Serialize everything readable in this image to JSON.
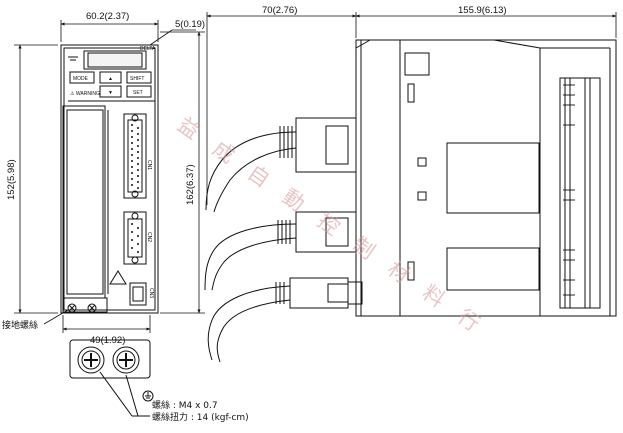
{
  "dimensions": {
    "front_width": "60.2(2.37)",
    "front_offset": "5(0.19)",
    "front_height": "152(5.98)",
    "overall_height": "162(6.37)",
    "base_width": "49(1.92)",
    "side_left_depth": "70(2.76)",
    "side_right_depth": "155.9(6.13)"
  },
  "labels": {
    "ground_screw": "接地螺絲",
    "screw_spec": "螺絲 : M4 x 0.7",
    "screw_torque": "螺絲扭力 : 14 (kgf-cm)"
  },
  "panel": {
    "mode_key": "MODE",
    "shift_key": "SHIFT",
    "set_key": "SET",
    "up_key": "▲",
    "down_key": "▼",
    "warning": "⚠ WARNING",
    "brand": "DELTA",
    "connector_cn1": "CN1",
    "connector_cn2": "CN2",
    "connector_cn3": "CN3"
  },
  "watermark": [
    "益",
    "成",
    "自",
    "動",
    "控",
    "制",
    "材",
    "料",
    "行"
  ],
  "colors": {
    "line": "#111111",
    "watermark": "#d79696"
  }
}
